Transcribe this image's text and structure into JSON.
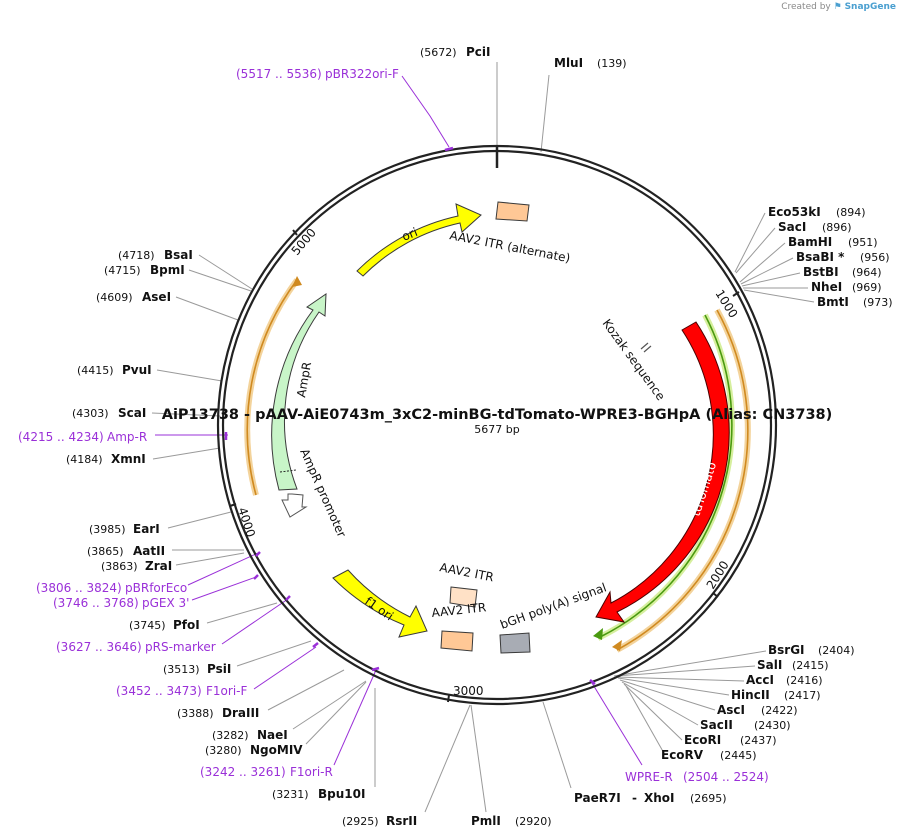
{
  "watermark": {
    "created_by": "Created by",
    "brand": "SnapGene"
  },
  "plasmid": {
    "name": "AiP13738 - pAAV-AiE0743m_3xC2-minBG-tdTomato-WPRE3-BGHpA (Alias: CN3738)",
    "size_label": "5677 bp",
    "length": 5677
  },
  "colors": {
    "ori": "#ffff00",
    "AmpR": "#c8f5c8",
    "tdTomato": "#ff0000",
    "ITR": "#ffc896",
    "bGH": "#a8acb4",
    "primer": "#9a30d8",
    "orf_orange": "#f0a63c",
    "orf_green": "#70b020"
  },
  "ticks": [
    {
      "label": "1000"
    },
    {
      "label": "2000"
    },
    {
      "label": "3000"
    },
    {
      "label": "4000"
    },
    {
      "label": "5000"
    }
  ],
  "features": [
    {
      "id": "ori",
      "label": "ori"
    },
    {
      "id": "aav2-itr-alt",
      "label": "AAV2 ITR (alternate)"
    },
    {
      "id": "kozak",
      "label": "Kozak sequence"
    },
    {
      "id": "tdtomato",
      "label": "tdTomato"
    },
    {
      "id": "bgh",
      "label": "bGH poly(A) signal"
    },
    {
      "id": "aav2-itr-1",
      "label": "AAV2 ITR"
    },
    {
      "id": "aav2-itr-2",
      "label": "AAV2 ITR"
    },
    {
      "id": "f1ori",
      "label": "f1 ori"
    },
    {
      "id": "ampr-promoter",
      "label": "AmpR promoter"
    },
    {
      "id": "ampr",
      "label": "AmpR"
    }
  ],
  "sites": [
    {
      "name": "PciI",
      "pos": "(5672)"
    },
    {
      "name": "MluI",
      "pos": "(139)"
    },
    {
      "name": "Eco53kI",
      "pos": "(894)"
    },
    {
      "name": "SacI",
      "pos": "(896)"
    },
    {
      "name": "BamHI",
      "pos": "(951)"
    },
    {
      "name": "BsaBI *",
      "pos": "(956)"
    },
    {
      "name": "BstBI",
      "pos": "(964)"
    },
    {
      "name": "NheI",
      "pos": "(969)"
    },
    {
      "name": "BmtI",
      "pos": "(973)"
    },
    {
      "name": "BsrGI",
      "pos": "(2404)"
    },
    {
      "name": "SalI",
      "pos": "(2415)"
    },
    {
      "name": "AccI",
      "pos": "(2416)"
    },
    {
      "name": "HincII",
      "pos": "(2417)"
    },
    {
      "name": "AscI",
      "pos": "(2422)"
    },
    {
      "name": "SacII",
      "pos": "(2430)"
    },
    {
      "name": "EcoRI",
      "pos": "(2437)"
    },
    {
      "name": "EcoRV",
      "pos": "(2445)"
    },
    {
      "name": "PaeR7I",
      "name2": "XhoI",
      "pos": "(2695)"
    },
    {
      "name": "PmlI",
      "pos": "(2920)"
    },
    {
      "name": "RsrII",
      "pos": "(2925)"
    },
    {
      "name": "Bpu10I",
      "pos": "(3231)"
    },
    {
      "name": "NgoMIV",
      "pos": "(3280)"
    },
    {
      "name": "NaeI",
      "pos": "(3282)"
    },
    {
      "name": "DraIII",
      "pos": "(3388)"
    },
    {
      "name": "PsiI",
      "pos": "(3513)"
    },
    {
      "name": "PfoI",
      "pos": "(3745)"
    },
    {
      "name": "ZraI",
      "pos": "(3863)"
    },
    {
      "name": "AatII",
      "pos": "(3865)"
    },
    {
      "name": "EarI",
      "pos": "(3985)"
    },
    {
      "name": "XmnI",
      "pos": "(4184)"
    },
    {
      "name": "ScaI",
      "pos": "(4303)"
    },
    {
      "name": "PvuI",
      "pos": "(4415)"
    },
    {
      "name": "AseI",
      "pos": "(4609)"
    },
    {
      "name": "BpmI",
      "pos": "(4715)"
    },
    {
      "name": "BsaI",
      "pos": "(4718)"
    }
  ],
  "primers": [
    {
      "range": "(5517 .. 5536)",
      "name": "pBR322ori-F"
    },
    {
      "range": "(2504 .. 2524)",
      "name": "WPRE-R"
    },
    {
      "range": "(3242 .. 3261)",
      "name": "F1ori-R"
    },
    {
      "range": "(3452 .. 3473)",
      "name": "F1ori-F"
    },
    {
      "range": "(3627 .. 3646)",
      "name": "pRS-marker"
    },
    {
      "range": "(3746 .. 3768)",
      "name": "pGEX 3'"
    },
    {
      "range": "(3806 .. 3824)",
      "name": "pBRforEco"
    },
    {
      "range": "(4215 .. 4234)",
      "name": "Amp-R"
    }
  ]
}
